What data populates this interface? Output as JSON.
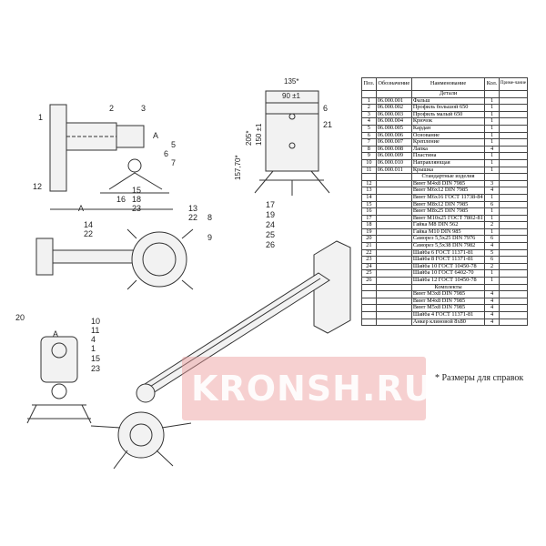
{
  "table": {
    "headers": [
      "Поз.",
      "Обозначение",
      "Наименование",
      "Кол.",
      "Приме-чание"
    ],
    "sections": [
      {
        "title": "Детали",
        "rows": [
          [
            "1",
            "06.000.001",
            "Фальш",
            "1"
          ],
          [
            "2",
            "06.000.002",
            "Профиль большой 650",
            "1"
          ],
          [
            "3",
            "06.000.003",
            "Профиль малый 650",
            "1"
          ],
          [
            "4",
            "06.000.004",
            "Крючок",
            "1"
          ],
          [
            "5",
            "06.000.005",
            "Кардан",
            "1"
          ],
          [
            "6",
            "06.000.006",
            "Основание",
            "1"
          ],
          [
            "7",
            "06.000.007",
            "Крепление",
            "1"
          ],
          [
            "8",
            "06.000.008",
            "Лапка",
            "4"
          ],
          [
            "9",
            "06.000.009",
            "Пластина",
            "1"
          ],
          [
            "10",
            "06.000.010",
            "Направляющая",
            "1"
          ],
          [
            "11",
            "06.000.011",
            "Крышка",
            "1"
          ]
        ]
      },
      {
        "title": "Стандартные изделия",
        "rows": [
          [
            "12",
            "",
            "Винт M4x8 DIN 7985",
            "3"
          ],
          [
            "13",
            "",
            "Винт M6x12 DIN 7985",
            "4"
          ],
          [
            "14",
            "",
            "Винт M6x16 ГОСТ 11738-84",
            "1"
          ],
          [
            "15",
            "",
            "Винт M8x12 DIN 7985",
            "6"
          ],
          [
            "16",
            "",
            "Винт M8x25 DIN 7985",
            "1"
          ],
          [
            "17",
            "",
            "Винт M10x25 ГОСТ 7802-81",
            "1"
          ],
          [
            "18",
            "",
            "Гайка M8 DIN 562",
            "2"
          ],
          [
            "19",
            "",
            "Гайка M10 DIN 985",
            "1"
          ],
          [
            "20",
            "",
            "Саморез 5,5x25 DIN 7976",
            "6"
          ],
          [
            "21",
            "",
            "Саморез 5,5x38 DIN 7982",
            "4"
          ],
          [
            "22",
            "",
            "Шайба 6 ГОСТ 11371-81",
            "5"
          ],
          [
            "23",
            "",
            "Шайба 8 ГОСТ 11371-81",
            "6"
          ],
          [
            "24",
            "",
            "Шайба 10 ГОСТ 10450-78",
            "2"
          ],
          [
            "25",
            "",
            "Шайба 10 ГОСТ 6402-70",
            "1"
          ],
          [
            "26",
            "",
            "Шайба 12 ГОСТ 10450-78",
            "1"
          ]
        ]
      },
      {
        "title": "Комплекты",
        "rows": [
          [
            "",
            "",
            "Винт M3x8 DIN 7985",
            "4"
          ],
          [
            "",
            "",
            "Винт M4x8 DIN 7985",
            "4"
          ],
          [
            "",
            "",
            "Винт M5x8 DIN 7985",
            "4"
          ],
          [
            "",
            "",
            "Шайба 4 ГОСТ 11371-81",
            "4"
          ],
          [
            "",
            "",
            "Анкер клиновой 8x80",
            "4"
          ]
        ]
      }
    ]
  },
  "drawing": {
    "view_label": "A",
    "dimensions": [
      "135*",
      "90 ±1",
      "205*",
      "150 ±1",
      "157,70*"
    ],
    "callouts_top": [
      "1",
      "2",
      "3",
      "A",
      "5",
      "6",
      "7",
      "12",
      "16",
      "15",
      "18",
      "23"
    ],
    "callouts_mid": [
      "14",
      "22",
      "13",
      "22",
      "8",
      "9"
    ],
    "callouts_view_a": [
      "20",
      "10",
      "11",
      "4",
      "1",
      "15",
      "23"
    ],
    "callouts_center": [
      "6",
      "21",
      "17",
      "19",
      "24",
      "25",
      "26"
    ]
  },
  "watermark": "KRONSH.RU",
  "note": "* Размеры для справок"
}
